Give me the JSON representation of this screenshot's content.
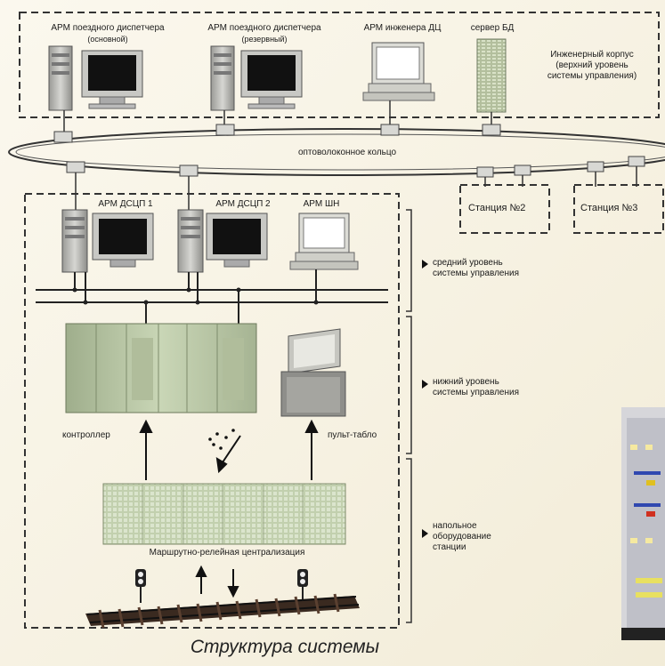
{
  "top_block": {
    "workstations": [
      {
        "label1": "АРМ поездного диспетчера",
        "label2": "(основной)"
      },
      {
        "label1": "АРМ поездного диспетчера",
        "label2": "(резервный)"
      },
      {
        "label1": "АРМ инженера ДЦ",
        "label2": ""
      },
      {
        "label1": "сервер БД",
        "label2": ""
      }
    ],
    "side_label": [
      "Инженерный корпус",
      "(верхний уровень",
      "системы управления)"
    ]
  },
  "ring_label": "оптоволоконное кольцо",
  "stations": [
    "Станция №2",
    "Станция №3"
  ],
  "station_block": {
    "workstations": [
      "АРМ ДСЦП 1",
      "АРМ ДСЦП 2",
      "АРМ ШН"
    ],
    "controller_label": "контроллер",
    "panel_label": "пульт-табло",
    "relay_label": "Маршрутно-релейная централизация"
  },
  "levels": [
    [
      "средний уровень",
      "системы управления"
    ],
    [
      "нижний уровень",
      "системы управления"
    ],
    [
      "напольное",
      "оборудование",
      "станции"
    ]
  ],
  "caption": "Структура системы",
  "colors": {
    "dash": "#333333",
    "equipment": "#b9c7a6",
    "monitor": "#c8c8c4"
  }
}
